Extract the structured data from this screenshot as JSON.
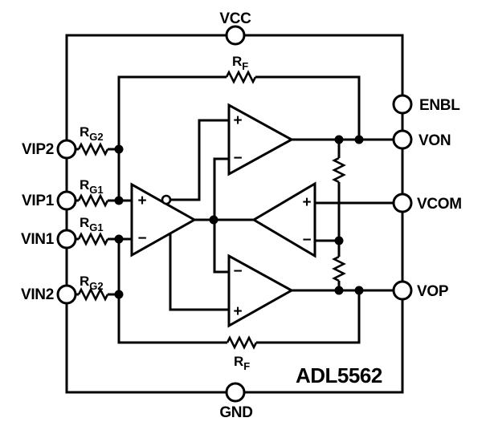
{
  "diagram": {
    "part_number": "ADL5562",
    "pins": {
      "vcc": "VCC",
      "gnd": "GND",
      "enbl": "ENBL",
      "von": "VON",
      "vcom": "VCOM",
      "vop": "VOP",
      "vip2": "VIP2",
      "vip1": "VIP1",
      "vin1": "VIN1",
      "vin2": "VIN2"
    },
    "resistors": {
      "rf": {
        "main": "R",
        "sub": "F"
      },
      "rg1": {
        "main": "R",
        "sub": "G1"
      },
      "rg2": {
        "main": "R",
        "sub": "G2"
      }
    },
    "ports": {
      "noninverting": "+",
      "inverting": "−"
    },
    "colors": {
      "ink": "#000000",
      "paper": "#ffffff"
    }
  }
}
